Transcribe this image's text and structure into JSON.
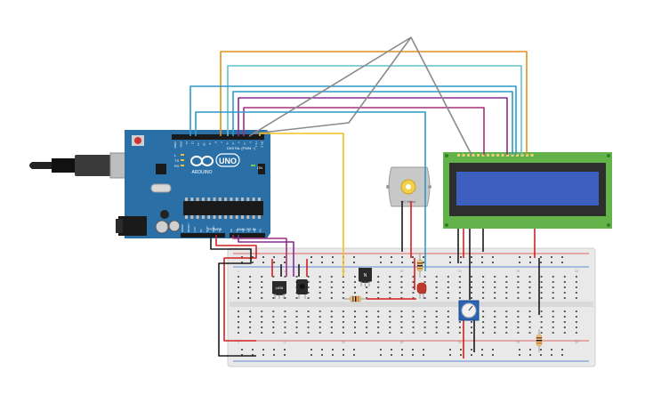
{
  "arduino": {
    "brand": "ARDUINO",
    "model": "UNO",
    "digital_header": "DIGITAL (PWM ~)",
    "power_header": "POWER",
    "analog_header": "ANALOG IN",
    "tx_label": "TX",
    "rx_label": "RX",
    "l_label": "L",
    "on_label": "ON",
    "digital_pins": [
      "AREF",
      "GND",
      "13",
      "12",
      "~11",
      "~10",
      "~9",
      "8",
      "7",
      "~6",
      "~5",
      "4",
      "~3",
      "2",
      "TX 1",
      "RX 0"
    ],
    "power_pins": [
      "IOREF",
      "RESET",
      "3.3V",
      "5V",
      "GND",
      "GND",
      "Vin"
    ],
    "analog_pins": [
      "A0",
      "A1",
      "A2",
      "A3",
      "A4",
      "A5"
    ]
  },
  "components": {
    "motor_label": "DC Motor",
    "transistor_label": "N",
    "sensor_label": "LM35"
  },
  "breadboard": {
    "column_numbers": [
      "1",
      "5",
      "10",
      "15",
      "20",
      "25",
      "30"
    ]
  },
  "colors": {
    "board_blue": "#2a6fa6",
    "lcd_green": "#63b34a",
    "lcd_screen": "#3c5fc0",
    "wire_orange": "#e0901a",
    "wire_cyan": "#5fc2cc",
    "wire_blue": "#2b9ac8",
    "wire_purple": "#8a2b8f",
    "wire_magenta": "#a5307a",
    "wire_gray": "#8a8a8a",
    "wire_yellow": "#f0c020",
    "wire_red": "#d42020",
    "wire_black": "#1a1a1a"
  }
}
